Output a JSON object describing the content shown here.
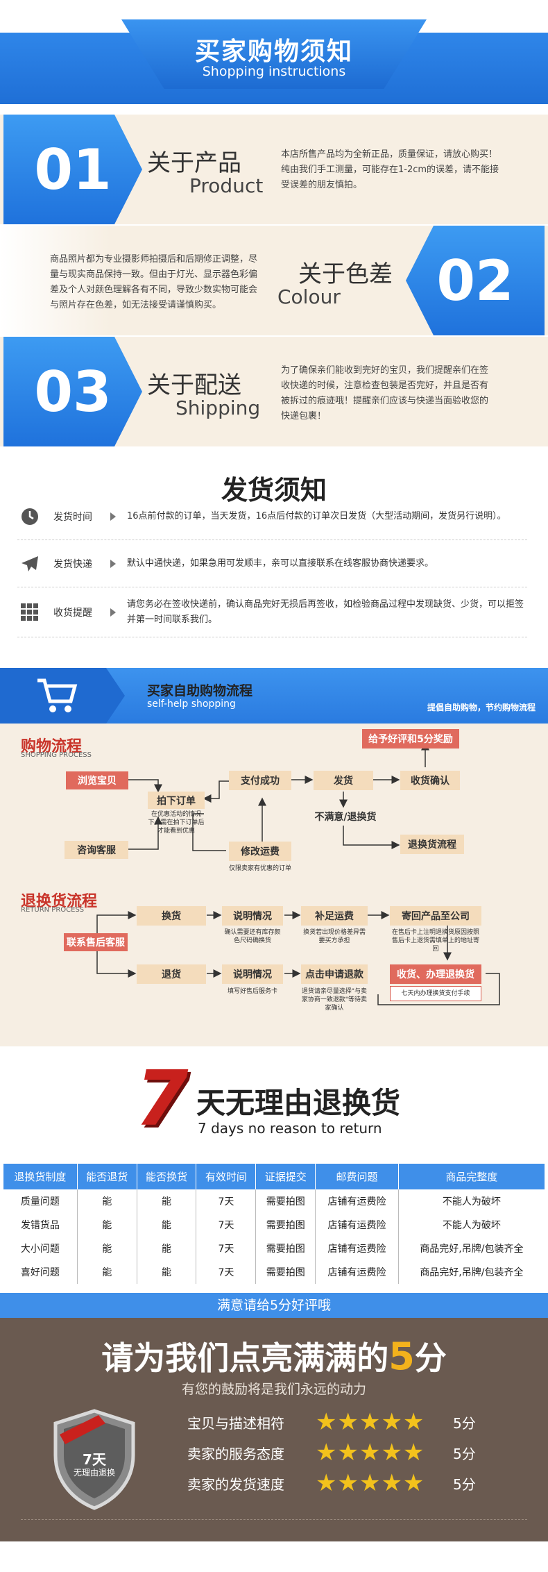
{
  "header": {
    "title": "买家购物须知",
    "subtitle": "Shopping instructions"
  },
  "sections": [
    {
      "num": "01",
      "zh": "关于产品",
      "en": "Product",
      "text": "本店所售产品均为全新正品，质量保证，请放心购买！纯由我们手工测量，可能存在1-2cm的误差，请不能接受误差的朋友慎拍。"
    },
    {
      "num": "02",
      "zh": "关于色差",
      "en": "Colour",
      "text": "商品照片都为专业摄影师拍摄后和后期修正调整，尽量与现实商品保持一致。但由于灯光、显示器色彩偏差及个人对颜色理解各有不同，导致少数实物可能会与照片存在色差，如无法接受请谨慎购买。"
    },
    {
      "num": "03",
      "zh": "关于配送",
      "en": "Shipping",
      "text": "为了确保亲们能收到完好的宝贝，我们提醒亲们在签收快递的时候，注意检查包装是否完好，并且是否有被拆过的痕迹哦！提醒亲们应该与快递当面验收您的快递包裹！"
    }
  ],
  "shipping": {
    "title": "发货须知",
    "rows": [
      {
        "icon": "clock-icon",
        "label": "发货时间",
        "text": "16点前付款的订单，当天发货，16点后付款的订单次日发货（大型活动期间，发货另行说明）。"
      },
      {
        "icon": "plane-icon",
        "label": "发货快递",
        "text": "默认中通快递，如果急用可发顺丰，亲可以直接联系在线客服协商快递要求。"
      },
      {
        "icon": "grid-icon",
        "label": "收货提醒",
        "text": "请您务必在签收快递前，确认商品完好无损后再签收，如检验商品过程中发现缺货、少货，可以拒签并第一时间联系我们。"
      }
    ]
  },
  "process": {
    "banner_zh": "买家自助购物流程",
    "banner_en": "self-help shopping",
    "banner_right": "提倡自助购物，节约购物流程",
    "shop_title": "购物流程",
    "shop_sub": "SHOPPING PROCESS",
    "return_title": "退换货流程",
    "return_sub": "RETURN PROCESS",
    "nodes": {
      "browse": "浏览宝贝",
      "order": "拍下订单",
      "order_note": "在优惠活动的情况下，需在拍下订单后才能看到优惠",
      "consult": "咨询客服",
      "pay": "支付成功",
      "modify": "修改运费",
      "modify_note": "仅限卖家有优惠的订单",
      "ship": "发货",
      "receive": "收货确认",
      "reward": "给予好评和5分奖励",
      "unhappy": "不满意/退换货",
      "return_flow": "退换货流程",
      "contact": "联系售后客服",
      "exchange": "换货",
      "explain1": "说明情况",
      "explain1_note": "确认需要还有库存颜色尺码确换货",
      "pay_ship": "补足运费",
      "pay_ship_note": "换货若出现价格差异需要买方承担",
      "send_back": "寄回产品至公司",
      "send_back_note": "在售后卡上注明退换货原因按照售后卡上退货需填单上的地址寄回",
      "refund": "退货",
      "explain2": "说明情况",
      "explain2_note": "填写好售后服务卡",
      "apply": "点击申请退款",
      "apply_note": "退货请亲尽量选择\"与卖家协商一致退款\"等待卖家确认",
      "done": "收货、办理退换货",
      "done_note": "七天内办理换货支付手续"
    }
  },
  "seven": {
    "num": "7",
    "zh": "天无理由退换货",
    "en": "7 days no reason to return"
  },
  "table": {
    "headers": [
      "退换货制度",
      "能否退货",
      "能否换货",
      "有效时间",
      "证据提交",
      "邮费问题",
      "商品完整度"
    ],
    "rows": [
      [
        "质量问题",
        "能",
        "能",
        "7天",
        "需要拍图",
        "店铺有运费险",
        "不能人为破坏"
      ],
      [
        "发错货品",
        "能",
        "能",
        "7天",
        "需要拍图",
        "店铺有运费险",
        "不能人为破坏"
      ],
      [
        "大小问题",
        "能",
        "能",
        "7天",
        "需要拍图",
        "店铺有运费险",
        "商品完好,吊牌/包装齐全"
      ],
      [
        "喜好问题",
        "能",
        "能",
        "7天",
        "需要拍图",
        "店铺有运费险",
        "商品完好,吊牌/包装齐全"
      ]
    ]
  },
  "rating": {
    "band": "满意请给5分好评哦",
    "title_a": "请为我们点亮满满的",
    "title_b": "5",
    "title_c": "分",
    "subtitle": "有您的鼓励将是我们永远的动力",
    "badge_a": "7天",
    "badge_b": "无理由退换",
    "rows": [
      {
        "label": "宝贝与描述相符",
        "stars": 5,
        "score": "5分"
      },
      {
        "label": "卖家的服务态度",
        "stars": 5,
        "score": "5分"
      },
      {
        "label": "卖家的发货速度",
        "stars": 5,
        "score": "5分"
      }
    ]
  }
}
